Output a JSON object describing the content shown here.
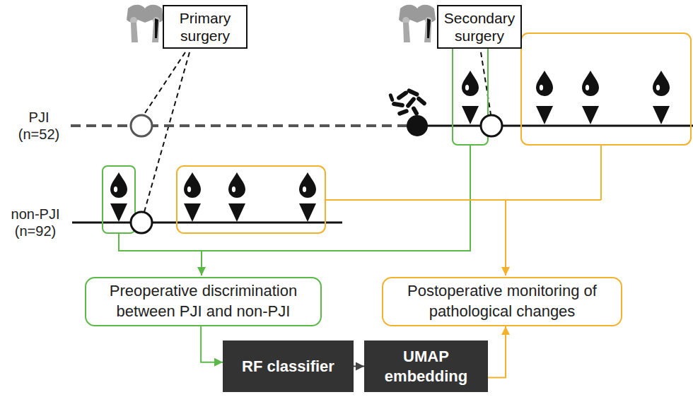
{
  "diagram": {
    "nodes": [
      {
        "text": [
          "Primary surgery"
        ]
      },
      {
        "text": [
          "Secondary surgery"
        ]
      },
      {
        "text": [
          "Preoperative discrimination between PJI and non-PJI"
        ]
      },
      {
        "text": [
          "Postoperative monitoring of pathological changes"
        ]
      },
      {
        "text": [
          "RF classifier"
        ]
      },
      {
        "text": [
          "UMAP embedding"
        ]
      }
    ],
    "edges": [
      {
        "from": 2,
        "to": 4,
        "arrow": "to"
      },
      {
        "from": 4,
        "to": 5,
        "arrow": "to"
      },
      {
        "from": 5,
        "to": 3,
        "arrow": "to"
      }
    ],
    "labels": [
      "PJI (n=52)",
      "non-PJI (n=92)"
    ]
  }
}
